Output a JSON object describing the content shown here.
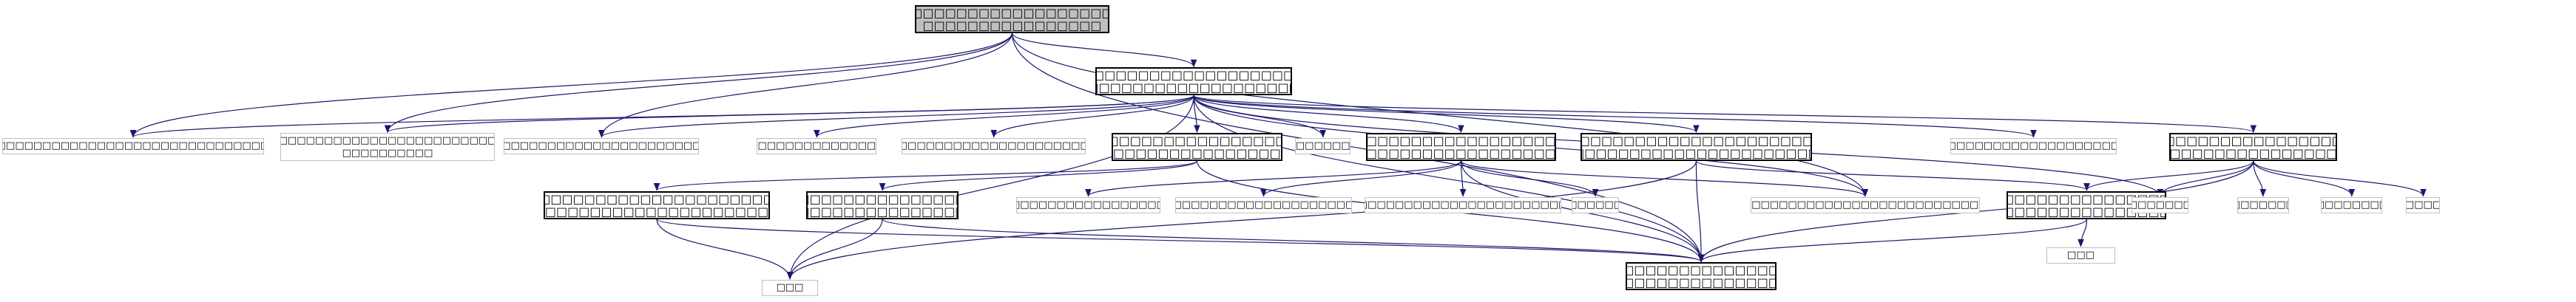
{
  "colors": {
    "edge": "#191970",
    "node_fill": "#ffffff",
    "root_fill": "#bfbfbf",
    "dark_border": "#000000",
    "light_border": "#bfbfbf"
  },
  "nodes": [
    {
      "id": "n1",
      "style": "root",
      "label": "□□□□□□□□□□□□□□□□□□□□□□□□\n□□□□□□□□□□□□□□□□"
    },
    {
      "id": "n2",
      "style": "dark",
      "label": "□□□□□□□□□□□□□□□□□□□□□□□□\n□□□□□□□□□□□□□□□□□□□□□□□□□"
    },
    {
      "id": "n3",
      "style": "light",
      "label": "□□□□□□□□□□□□□□□□□□□□□□□□□□□□□□□□□□□□□□□□□□□□□□□□□□□□□□□□□□"
    },
    {
      "id": "n4",
      "style": "light",
      "label": "□□□□□□□□□□□□□□□□□□□□□□□□□□□□□□□□□□□□□□□□□□□□□□\n□□□□□□□□□□"
    },
    {
      "id": "n5",
      "style": "light",
      "label": "□□□□□□□□□□□□□□□□□□□□□□□□□□□□□□□□□□□□□□"
    },
    {
      "id": "n6",
      "style": "light",
      "label": "□□□□□□□□□□□□□□□□□□□□□□□□□"
    },
    {
      "id": "n7",
      "style": "light",
      "label": "□□□□□□□□□□□□□□□□□□□□□□□□□□□□□□□"
    },
    {
      "id": "n8",
      "style": "dark",
      "label": "□□□□□□□□□□□□□□□□□□□□□□\n□□□□□□□□□□□□□□□□□□□□□□□□□□□"
    },
    {
      "id": "n9",
      "style": "light",
      "label": "□□□□□□□□"
    },
    {
      "id": "n10",
      "style": "dark",
      "label": "□□□□□□□□□□□□□□□□□□□□□□□\n□□□□□□□□□□□□□□□□□□□□□□□□□□□□□□□□□□□"
    },
    {
      "id": "n11",
      "style": "dark",
      "label": "□□□□□□□□□□□□□□□□□□□□□□□□□\n□□□□□□□□□□□□□□□□□□□□□□□□□□□□□□□□□□□□□□□□"
    },
    {
      "id": "n12",
      "style": "light",
      "label": "□□□□□□□□□□□□□□□□□□□□□□□□□□□□□□□□□"
    },
    {
      "id": "n13",
      "style": "dark",
      "label": "□□□□□□□□□□□□□□□□□□□□□□□□□□\n□□□□□□□□□□□□□□□□□"
    },
    {
      "id": "n14",
      "style": "dark",
      "label": "□□□□□□□□□□□□□□□□□□□□□□□□□\n□□□□□□□□□□□□□□□□□□□□□□□□□□□□□□□□□□□□□□"
    },
    {
      "id": "n15",
      "style": "dark",
      "label": "□□□□□□□□□□□□□□□□□□□□□□□□□\n□□□□□□□□□□□□□□□□□□□□□"
    },
    {
      "id": "n16",
      "style": "light",
      "label": "□□□□□□□□□□□□□□□□□□□□□□□□□"
    },
    {
      "id": "n17",
      "style": "light",
      "label": "□□□□□□□□□□□□□□□□□□□□□□□□□□□□□□□□"
    },
    {
      "id": "n18",
      "style": "light",
      "label": "□□□□□□□□□□□□□□□□□□□□□□□□□□□□□□□□□□□□□□□"
    },
    {
      "id": "n19",
      "style": "light",
      "label": "□□□□□□"
    },
    {
      "id": "n20",
      "style": "light",
      "label": "□□□□□□□□□□□□□□□□□□□□□□□□□□□□□□□□□□□□□□□□□□□□□□□"
    },
    {
      "id": "n21",
      "style": "dark",
      "label": "□□□□□□□□□□□□□□□□□□□□□□□□□\n□□□□□□□□□□□□□□□□□□□□□□□□□"
    },
    {
      "id": "n22",
      "style": "light",
      "label": "□□□□□□□□□"
    },
    {
      "id": "n23",
      "style": "light",
      "label": "□□□□□□□□□"
    },
    {
      "id": "n24",
      "style": "light",
      "label": "□□□□□□□□"
    },
    {
      "id": "n25",
      "style": "light",
      "label": "□□□□□□□□□□"
    },
    {
      "id": "n26",
      "style": "light",
      "label": "□□□"
    },
    {
      "id": "n27",
      "style": "light",
      "label": "□□□"
    },
    {
      "id": "n28",
      "style": "dark",
      "label": "□□□□□□□□□□□□□□□□□□□□□□□□□□\n□□□□□□□□□□□□□□"
    }
  ],
  "edges": [
    [
      "n1",
      "n2"
    ],
    [
      "n1",
      "n3"
    ],
    [
      "n1",
      "n4"
    ],
    [
      "n1",
      "n5"
    ],
    [
      "n1",
      "n20"
    ],
    [
      "n1",
      "n28"
    ],
    [
      "n2",
      "n3"
    ],
    [
      "n2",
      "n4"
    ],
    [
      "n2",
      "n5"
    ],
    [
      "n2",
      "n6"
    ],
    [
      "n2",
      "n7"
    ],
    [
      "n2",
      "n8"
    ],
    [
      "n2",
      "n9"
    ],
    [
      "n2",
      "n10"
    ],
    [
      "n2",
      "n11"
    ],
    [
      "n2",
      "n12"
    ],
    [
      "n2",
      "n13"
    ],
    [
      "n2",
      "n20"
    ],
    [
      "n2",
      "n22"
    ],
    [
      "n2",
      "n27"
    ],
    [
      "n2",
      "n28"
    ],
    [
      "n8",
      "n14"
    ],
    [
      "n8",
      "n15"
    ],
    [
      "n8",
      "n28"
    ],
    [
      "n10",
      "n16"
    ],
    [
      "n10",
      "n17"
    ],
    [
      "n10",
      "n18"
    ],
    [
      "n10",
      "n19"
    ],
    [
      "n10",
      "n20"
    ],
    [
      "n10",
      "n28"
    ],
    [
      "n11",
      "n21"
    ],
    [
      "n11",
      "n27"
    ],
    [
      "n11",
      "n28"
    ],
    [
      "n13",
      "n21"
    ],
    [
      "n13",
      "n22"
    ],
    [
      "n13",
      "n23"
    ],
    [
      "n13",
      "n24"
    ],
    [
      "n13",
      "n25"
    ],
    [
      "n13",
      "n28"
    ],
    [
      "n14",
      "n27"
    ],
    [
      "n14",
      "n28"
    ],
    [
      "n15",
      "n27"
    ],
    [
      "n15",
      "n28"
    ],
    [
      "n21",
      "n26"
    ],
    [
      "n21",
      "n28"
    ]
  ]
}
